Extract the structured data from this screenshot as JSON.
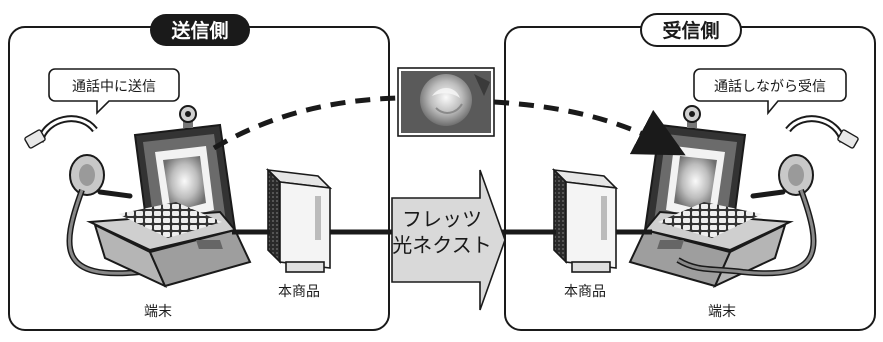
{
  "sender_panel": {
    "title": "送信側",
    "bubble": "通話中に送信",
    "terminal_label": "端末",
    "router_label": "本商品"
  },
  "receiver_panel": {
    "title": "受信側",
    "bubble": "通話しながら受信",
    "terminal_label": "端末",
    "router_label": "本商品"
  },
  "network": {
    "line1": "フレッツ",
    "line2": "光ネクスト"
  },
  "colors": {
    "sender_title_bg": "#1a1a1a",
    "receiver_title_bg": "#ffffff",
    "arrow_fill": "#d9d9d9",
    "stroke": "#1a1a1a"
  },
  "icons": [
    "headset-icon",
    "laptop-icon",
    "webcam-icon",
    "router-icon",
    "rose-photo-icon",
    "dashed-arrow-icon"
  ]
}
